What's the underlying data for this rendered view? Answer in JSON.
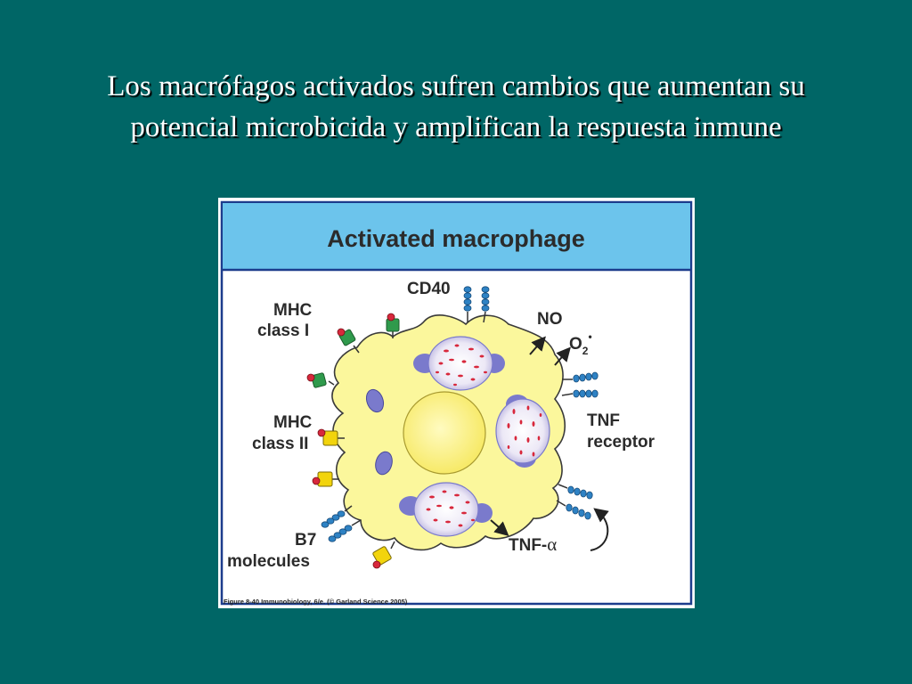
{
  "slide": {
    "title_line1": "Los macrófagos activados sufren cambios que aumentan su",
    "title_line2": "potencial microbicida y amplifican la respuesta inmune",
    "background_color": "#006666"
  },
  "figure": {
    "header": "Activated macrophage",
    "labels": {
      "cd40": "CD40",
      "no": "NO",
      "o2": "O",
      "o2_sub": "2",
      "o2_dot": "•",
      "mhc1_line1": "MHC",
      "mhc1_line2": "class I",
      "mhc2_line1": "MHC",
      "mhc2_line2": "class II",
      "tnf_receptor_line1": "TNF",
      "tnf_receptor_line2": "receptor",
      "b7_line1": "B7",
      "b7_line2": "molecules",
      "tnf_alpha": "TNF-",
      "alpha": "α"
    },
    "caption": "Figure 8-40  Immunobiology, 6/e. (© Garland Science 2005)",
    "colors": {
      "header_bg": "#6cc4ec",
      "frame": "#1c3c8c",
      "cell": "#fbf79c",
      "nucleus": "#fff59a",
      "lysosome": "#7a7acc",
      "phagosome_dots": "#d8283c",
      "mhc1": "#2f9a4c",
      "mhc2": "#f2d40c",
      "receptor_chain": "#2e82c4"
    }
  }
}
